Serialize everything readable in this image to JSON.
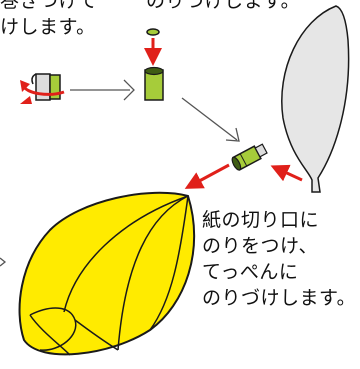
{
  "captions": {
    "top_left": [
      "巻きつけて",
      "けします。"
    ],
    "top_right": [
      "のりづけします。"
    ],
    "bottom": [
      "紙の切り口に",
      "のりをつけ、",
      "てっぺんに",
      "のりづけします。"
    ]
  },
  "colors": {
    "glue_stick_green": "#a6cc3a",
    "glue_stick_dark": "#3f5d14",
    "arrow_red": "#e0201a",
    "leaf_gray": "#e6e6e6",
    "balloon_yellow": "#ffeb00",
    "outline": "#1a1a1a",
    "flow_arrow": "#555555"
  },
  "icons": [
    "rotate-arrow-icon",
    "paper-roll-icon",
    "glue-stick-upright-icon",
    "glue-stick-tilted-icon",
    "paper-leaf-panel",
    "yellow-balloon"
  ]
}
